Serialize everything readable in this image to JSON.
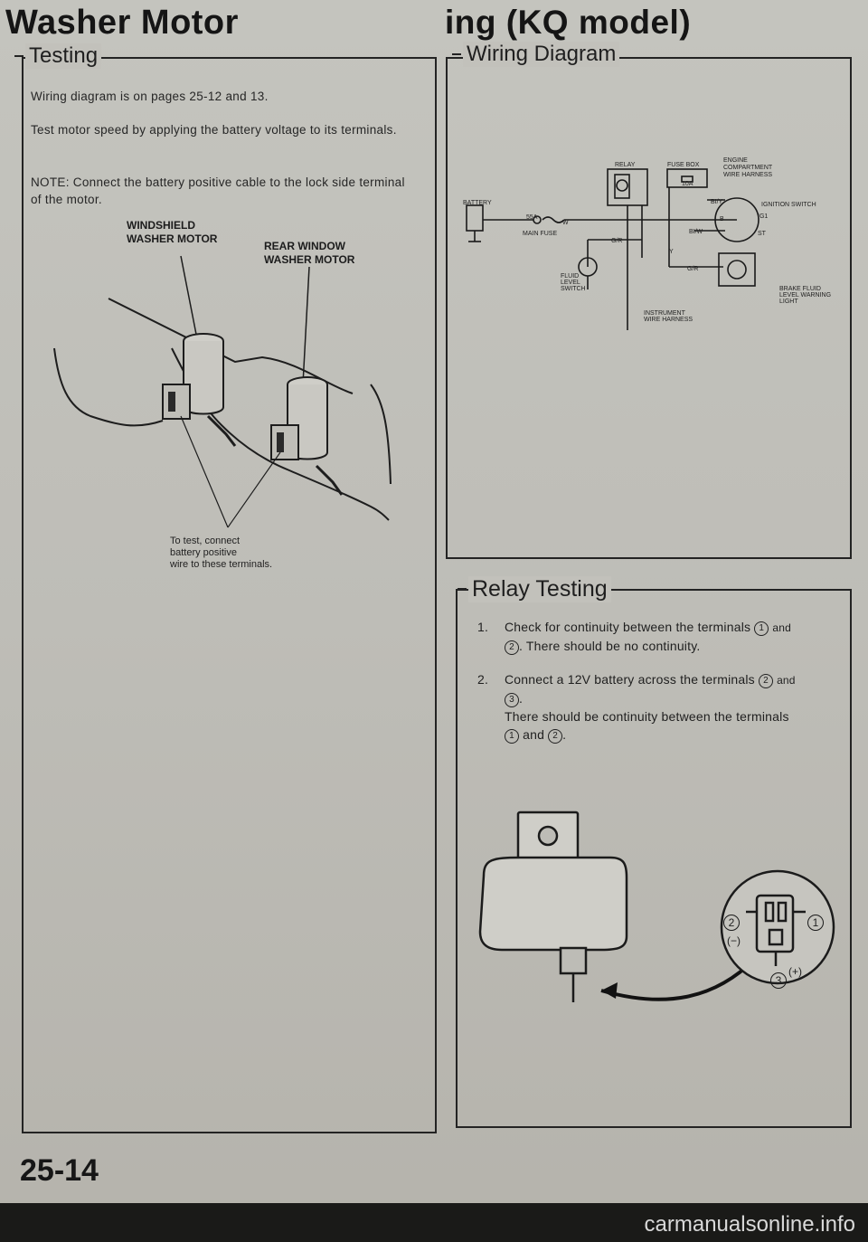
{
  "header": {
    "left_title": "Washer Motor",
    "right_title": "ing (KQ model)"
  },
  "testing": {
    "label": "Testing",
    "paragraph1": "Wiring diagram is on pages 25-12 and 13.",
    "paragraph2": "Test motor speed by applying the battery voltage to its terminals.",
    "paragraph3": "NOTE: Connect the battery positive cable to the lock side terminal of the motor.",
    "label_windshield": "WINDSHIELD\nWASHER MOTOR",
    "label_rear": "REAR WINDOW\nWASHER MOTOR",
    "caption": "To test, connect\nbattery positive\nwire to these terminals."
  },
  "wiring": {
    "label": "Wiring Diagram",
    "labels": {
      "relay": "RELAY",
      "fuse_box": "FUSE BOX",
      "engine": "ENGINE\nCOMPARTMENT\nWIRE HARNESS",
      "battery": "BATTERY",
      "fuse_10a": "10A",
      "fuse_55a": "55A",
      "main_fuse": "MAIN FUSE",
      "bl_y": "BI/Y",
      "bl_w": "BI/W",
      "ignition": "IGNITION SWITCH",
      "ig1": "IG1",
      "st": "ST",
      "b": "B",
      "w": "W",
      "g_r_top": "G/R",
      "g_r_right": "G/R",
      "y": "Y",
      "fluid": "FLUID\nLEVEL\nSWITCH",
      "brake": "BRAKE FLUID\nLEVEL WARNING\nLIGHT",
      "instrument": "INSTRUMENT\nWIRE HARNESS"
    }
  },
  "relay_testing": {
    "label": "Relay Testing",
    "step1_num": "1.",
    "step1_text": "Check for continuity between the terminals",
    "step1_t1": "1",
    "step1_and": "and",
    "step1_t2": "2",
    "step1_rest": ". There should be no continuity.",
    "step2_num": "2.",
    "step2_text": "Connect a 12V battery across the terminals",
    "step2_t1": "2",
    "step2_and": "and",
    "step2_t2": "3",
    "step2_line2": "There should be continuity between the terminals",
    "step2_t3": "1",
    "step2_and2": "and",
    "step2_t4": "2",
    "connector": {
      "t1": "1",
      "t2": "2",
      "t3": "3",
      "minus": "(−)",
      "plus": "(+)"
    }
  },
  "footer": {
    "page_number": "25-14",
    "watermark": "carmanualsonline.info"
  }
}
